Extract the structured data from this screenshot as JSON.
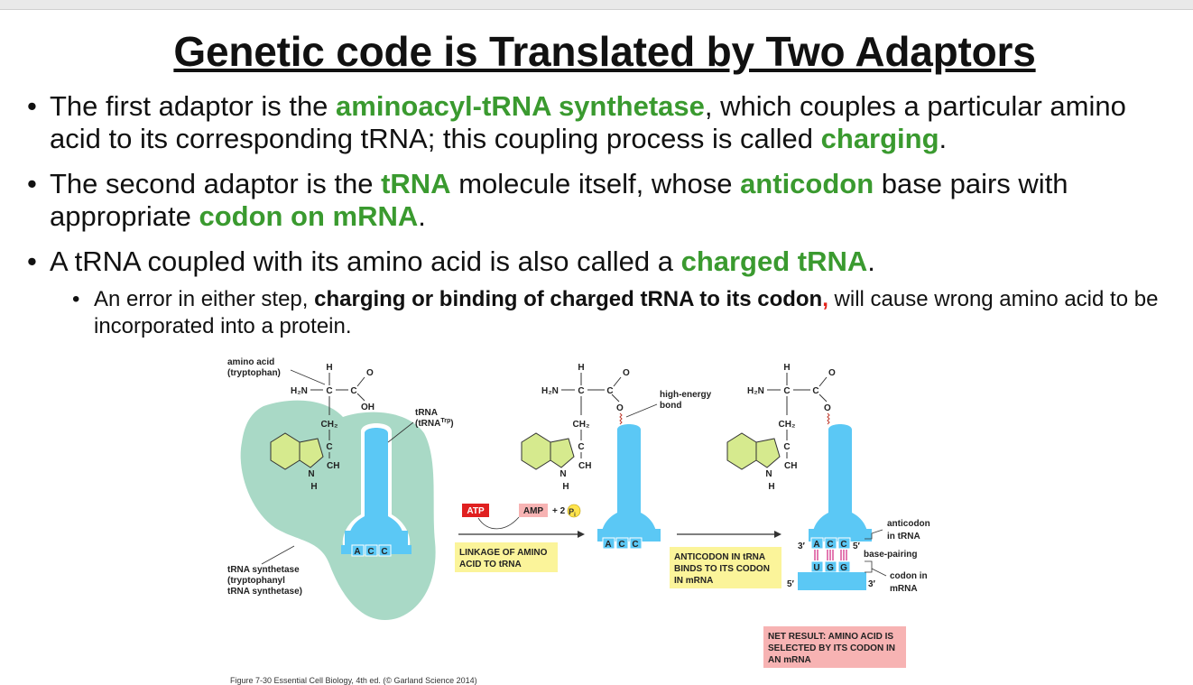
{
  "title": "Genetic code is Translated by Two Adaptors",
  "bullets": {
    "b1": {
      "t1": "The first adaptor is the ",
      "h1": "aminoacyl-tRNA synthetase",
      "t2": ", which couples a particular amino acid to its corresponding tRNA; this coupling process is called ",
      "h2": "charging",
      "t3": "."
    },
    "b2": {
      "t1": "The second adaptor is the ",
      "h1": "tRNA",
      "t2": " molecule itself, whose ",
      "h2": "anticodon",
      "t3": " base pairs with appropriate ",
      "h3": "codon on mRNA",
      "t4": "."
    },
    "b3": {
      "t1": "A tRNA coupled with its amino acid is also called a ",
      "h1": "charged tRNA",
      "t2": "."
    },
    "sub1": {
      "t1": "An error in either step, ",
      "h1": "charging or binding of charged tRNA to its codon",
      "comma": ",",
      "t2": " will cause wrong amino acid to be incorporated into a protein."
    }
  },
  "figure": {
    "amino_acid": "amino acid",
    "tryptophan": "(tryptophan)",
    "trna": "tRNA",
    "trna_trp": "(tRNA",
    "trp_sup": "Trp",
    "trna_trp_close": ")",
    "synthetase_1": "tRNA synthetase",
    "synthetase_2": "(tryptophanyl",
    "synthetase_3": "tRNA synthetase)",
    "high_energy_1": "high-energy",
    "high_energy_2": "bond",
    "atp": "ATP",
    "amp": "AMP",
    "plus2": "+ 2",
    "pi": "P",
    "pi_sub": "i",
    "linkage_1": "LINKAGE OF AMINO",
    "linkage_2": "ACID TO tRNA",
    "anticodon_box_1": "ANTICODON IN tRNA",
    "anticodon_box_2": "BINDS TO ITS CODON",
    "anticodon_box_3": "IN mRNA",
    "anticodon_in_trna_1": "anticodon",
    "anticodon_in_trna_2": "in tRNA",
    "base_pairing": "base-pairing",
    "codon_in_mrna_1": "codon in",
    "codon_in_mrna_2": "mRNA",
    "net_result_1": "NET RESULT: AMINO ACID IS",
    "net_result_2": "SELECTED BY ITS CODON IN",
    "net_result_3": "AN mRNA",
    "anticodon_bases": [
      "A",
      "C",
      "C"
    ],
    "codon_bases": [
      "U",
      "G",
      "G"
    ],
    "prime3": "3′",
    "prime5": "5′",
    "chem": {
      "H": "H",
      "H2N": "H₂N",
      "C": "C",
      "O": "O",
      "OH": "OH",
      "CH2": "CH₂",
      "CH": "CH",
      "N": "N"
    },
    "colors": {
      "synthetase": "#a9d9c6",
      "trna": "#5bc8f5",
      "ring": "#d6ea8e",
      "label_box": "#fbf49a",
      "atp": "#e02020",
      "amp": "#f7b3b3",
      "net_result": "#f7b3b3",
      "pi": "#ffe44d",
      "base_pair": "#d0237f"
    },
    "caption": "Figure 7-30  Essential Cell Biology, 4th ed. (© Garland Science 2014)"
  }
}
